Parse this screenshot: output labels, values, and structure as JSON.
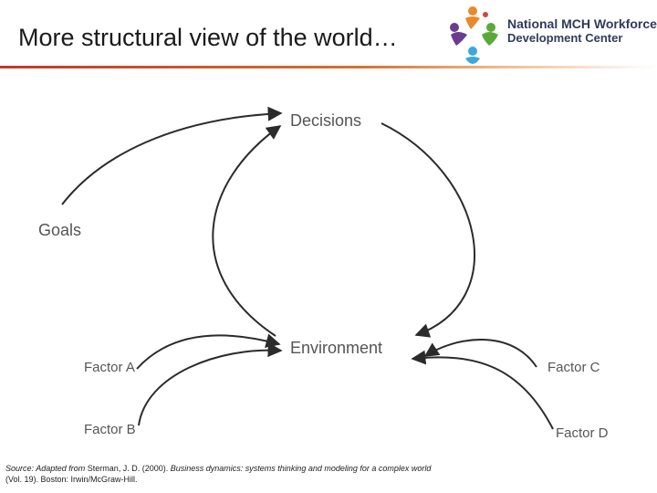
{
  "header": {
    "title": "More structural view of the world…"
  },
  "logo": {
    "line1_prefix": "National ",
    "line1_bold": "MCH",
    "line1_suffix": " Workforce",
    "line2": "Development Center",
    "colors": [
      "#e8892b",
      "#6a3d8f",
      "#3aa9d9",
      "#5aaa3a",
      "#d4463a",
      "#2f3b5c"
    ]
  },
  "diagram": {
    "nodes": {
      "decisions": "Decisions",
      "goals": "Goals",
      "environment": "Environment",
      "factor_a": "Factor A",
      "factor_b": "Factor B",
      "factor_c": "Factor C",
      "factor_d": "Factor D"
    },
    "edges": [
      {
        "from": "goals",
        "to": "decisions"
      },
      {
        "from": "environment",
        "to": "decisions"
      },
      {
        "from": "decisions",
        "to": "environment"
      },
      {
        "from": "factor_a",
        "to": "environment"
      },
      {
        "from": "factor_b",
        "to": "environment"
      },
      {
        "from": "factor_c",
        "to": "environment"
      },
      {
        "from": "factor_d",
        "to": "environment"
      }
    ],
    "arrow_color": "#2b2b2b"
  },
  "source": {
    "prefix": "Source: ",
    "adapted": "Adapted from ",
    "citation": "Sterman, J. D. (2000). ",
    "italic_title": "Business dynamics: systems thinking and modeling for a complex world",
    "rest": " (Vol. 19). Boston: Irwin/McGraw-Hill."
  }
}
